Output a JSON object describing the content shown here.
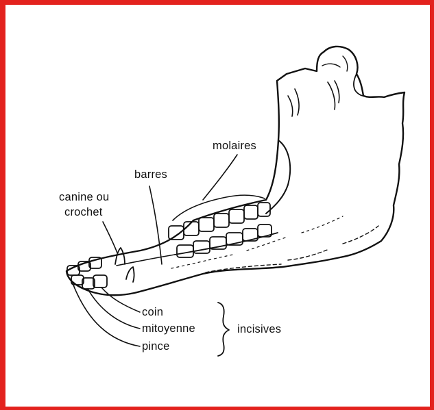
{
  "colors": {
    "frame": "#e3221e",
    "ink": "#111111",
    "background": "#ffffff"
  },
  "labels": {
    "molaires": "molaires",
    "barres": "barres",
    "canine_line1": "canine ou",
    "canine_line2": "crochet",
    "coin": "coin",
    "mitoyenne": "mitoyenne",
    "pince": "pince",
    "incisives": "incisives"
  }
}
